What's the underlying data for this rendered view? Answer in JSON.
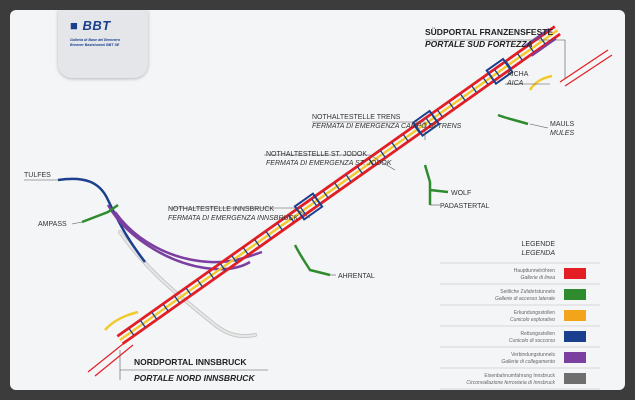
{
  "logo": {
    "mark": "BBT",
    "line1": "Galleria di Base del Brennero",
    "line2": "Brenner Basistunnel BBT SE",
    "line3": ""
  },
  "portals": {
    "south_de": "SÜDPORTAL FRANZENSFESTE",
    "south_it": "PORTALE SUD FORTEZZA",
    "north_de": "NORDPORTAL INNSBRUCK",
    "north_it": "PORTALE NORD INNSBRUCK"
  },
  "stations": [
    {
      "de": "NOTHALTESTELLE TRENS",
      "it": "FERMATA DI EMERGENZA CAMPO DI TRENS"
    },
    {
      "de": "NOTHALTESTELLE ST. JODOK",
      "it": "FERMATA DI EMERGENZA ST. JODOK"
    },
    {
      "de": "NOTHALTESTELLE INNSBRUCK",
      "it": "FERMATA DI EMERGENZA INNSBRUCK"
    }
  ],
  "places": {
    "aicha_de": "AICHA",
    "aicha_it": "AICA",
    "mauls_de": "MAULS",
    "mauls_it": "MULES",
    "wolf": "WOLF",
    "padastertal": "PADASTERTAL",
    "ahrental": "AHRENTAL",
    "tulfes": "TULFES",
    "ampass": "AMPASS"
  },
  "legend": {
    "title_de": "LEGENDE",
    "title_it": "LEGENDA",
    "items": [
      {
        "de": "Haupttunnelröhren",
        "it": "Gallerie di linea",
        "color": "#e31e24"
      },
      {
        "de": "Seitliche Zufahrtstunnels",
        "it": "Gallerie di accesso laterale",
        "color": "#2e8b2e"
      },
      {
        "de": "Erkundungsstollen",
        "it": "Cunicolo esplorativo",
        "color": "#f2a51a"
      },
      {
        "de": "Rettungsstollen",
        "it": "Cunicolo di soccorso",
        "color": "#1b3f8f"
      },
      {
        "de": "Verbindungstunnels",
        "it": "Gallerie di collegamento",
        "color": "#7b3fa0"
      },
      {
        "de": "Eisenbahnumfahrung Innsbruck",
        "it": "Circonvallazione ferroviaria di Innsbruck",
        "color": "#6e6e6e"
      }
    ]
  }
}
